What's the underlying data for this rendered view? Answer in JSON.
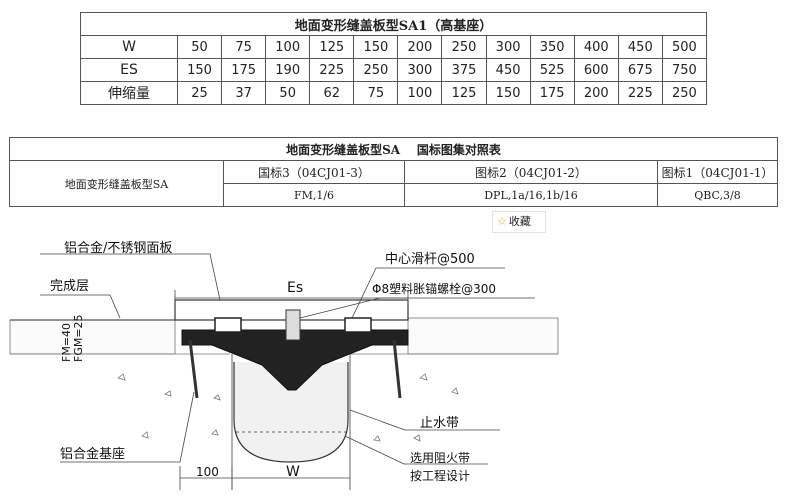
{
  "table1": {
    "title": "地面变形缝盖板型SA1（高基座）",
    "rows": [
      {
        "label": "W",
        "values": [
          "50",
          "75",
          "100",
          "125",
          "150",
          "200",
          "250",
          "300",
          "350",
          "400",
          "450",
          "500"
        ]
      },
      {
        "label": "ES",
        "values": [
          "150",
          "175",
          "190",
          "225",
          "250",
          "300",
          "375",
          "450",
          "525",
          "600",
          "675",
          "750"
        ]
      },
      {
        "label": "伸缩量",
        "values": [
          "25",
          "37",
          "50",
          "62",
          "75",
          "100",
          "125",
          "150",
          "175",
          "200",
          "225",
          "250"
        ]
      }
    ]
  },
  "table2": {
    "title": "地面变形缝盖板型SA    国标图集对照表",
    "row_label": "地面变形缝盖板型SA",
    "headers": [
      "国标3（04CJ01-3）",
      "图标2（04CJ01-2）",
      "图标1（04CJ01-1）"
    ],
    "values": [
      "FM,1/6",
      "DPL,1a/16,1b/16",
      "QBC,3/8"
    ]
  },
  "favorite": {
    "label": "收藏",
    "icon": "star-icon",
    "icon_color": "#e8a21a"
  },
  "diagram": {
    "labels": {
      "panel": "铝合金/不锈钢面板",
      "finish": "完成层",
      "fm": "FM=40",
      "fgm": "FGM=25",
      "es": "Es",
      "rod": "中心滑杆@500",
      "bolt": "Φ8塑料胀锚螺栓@300",
      "waterstop": "止水带",
      "base": "铝合金基座",
      "dim_100": "100",
      "dim_w": "W",
      "fire1": "选用阻火带",
      "fire2": "按工程设计"
    }
  }
}
